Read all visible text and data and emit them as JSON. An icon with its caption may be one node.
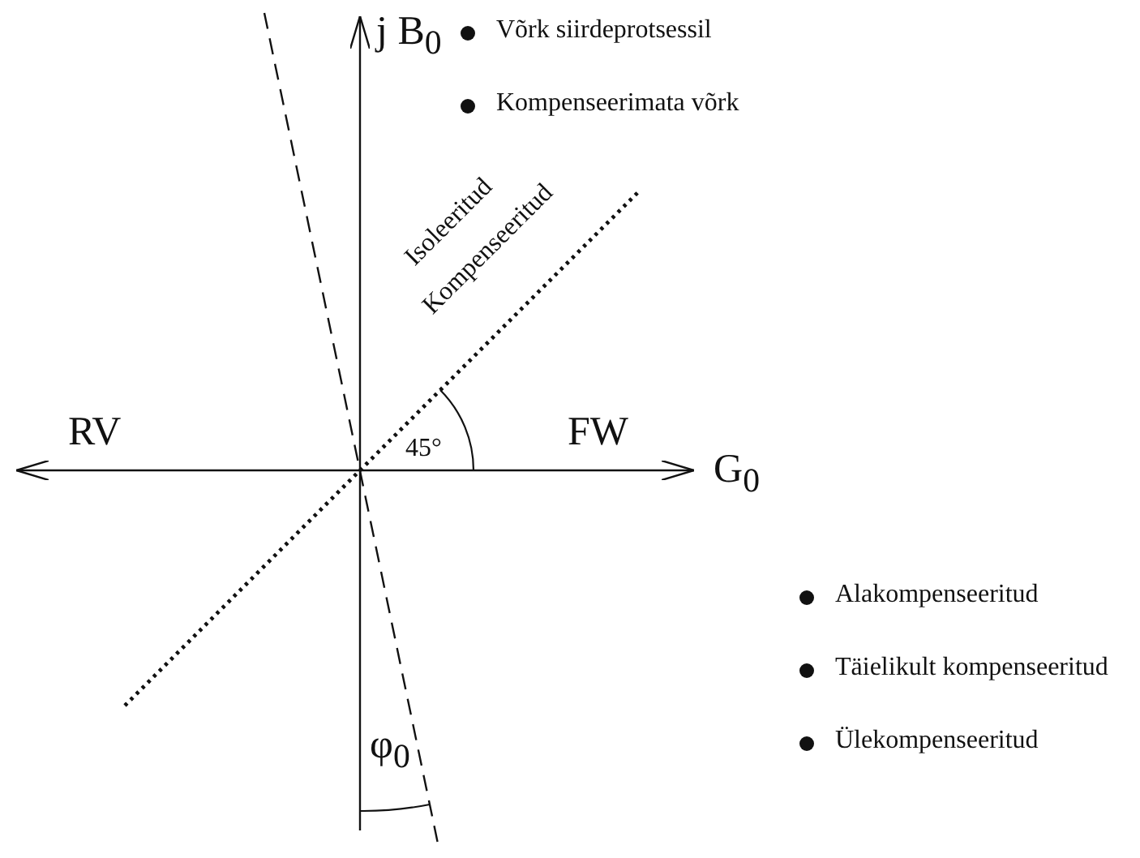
{
  "diagram": {
    "labels": [
      "j B$_{0}$",
      "Võrk siirdeprotsessil",
      "Kompenseerimata võrk",
      "Isoleeritud",
      "Kompenseeritud",
      "RV",
      "45°",
      "FW",
      "G$_{0}$",
      "Alakompenseeritud",
      "Täielikult kompenseeritud",
      "Ülekompenseeritud",
      "φ$_{0}$"
    ]
  }
}
